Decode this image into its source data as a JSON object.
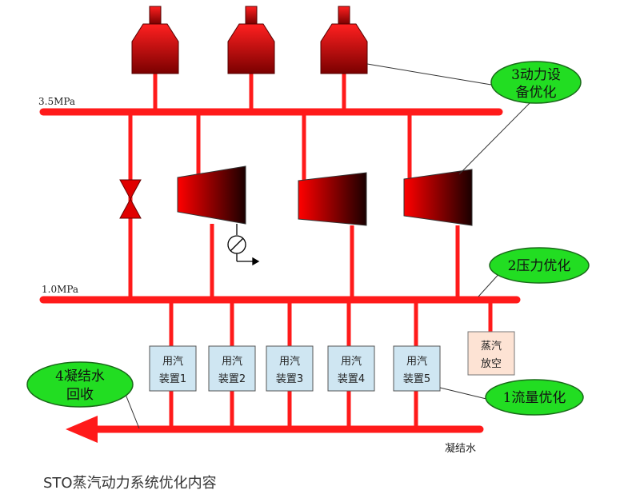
{
  "headers": {
    "high_pressure": "3.5MPa",
    "low_pressure": "1.0MPa"
  },
  "devices": [
    {
      "line1": "用汽",
      "line2": "装置1"
    },
    {
      "line1": "用汽",
      "line2": "装置2"
    },
    {
      "line1": "用汽",
      "line2": "装置3"
    },
    {
      "line1": "用汽",
      "line2": "装置4"
    },
    {
      "line1": "用汽",
      "line2": "装置5"
    }
  ],
  "vent": {
    "line1": "蒸汽",
    "line2": "放空"
  },
  "callouts": {
    "power_equipment": {
      "line1": "3动力设",
      "line2": "备优化"
    },
    "pressure": {
      "line1": "2压力优化"
    },
    "flow": {
      "line1": "1流量优化"
    },
    "condensate": {
      "line1": "4凝结水",
      "line2": "回收"
    }
  },
  "condensate_label": "凝结水",
  "caption": "STO蒸汽动力系统优化内容",
  "colors": {
    "pipe": "#ff1a1a",
    "equipment_dark": "#5a0000",
    "equipment_light": "#ff0000",
    "device_box": "#cfe6f2",
    "vent_box": "#fde3d4",
    "callout": "#22dd22"
  }
}
